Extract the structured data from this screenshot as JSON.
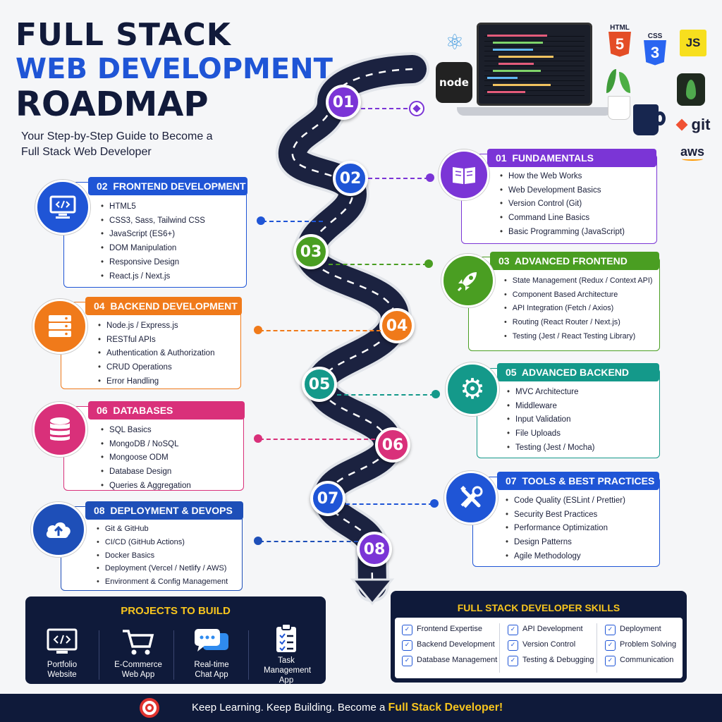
{
  "header": {
    "title_line1": "FULL STACK",
    "title_line2": "WEB DEVELOPMENT",
    "title_line3": "ROADMAP",
    "subtitle": "Your Step-by-Step Guide to Become a Full Stack Web Developer"
  },
  "logos": {
    "html": "HTML",
    "html_num": "5",
    "css": "CSS",
    "css_num": "3",
    "js": "JS",
    "node": "node",
    "git": "git",
    "aws": "aws"
  },
  "stages": [
    {
      "num": "01",
      "title": "FUNDAMENTALS",
      "color": "#7b35d6",
      "icon": "book-icon",
      "items": [
        "How the Web Works",
        "Web Development Basics",
        "Version Control (Git)",
        "Command Line Basics",
        "Basic Programming (JavaScript)"
      ]
    },
    {
      "num": "02",
      "title": "FRONTEND DEVELOPMENT",
      "color": "#1f55d6",
      "icon": "code-monitor-icon",
      "items": [
        "HTML5",
        "CSS3, Sass, Tailwind CSS",
        "JavaScript (ES6+)",
        "DOM Manipulation",
        "Responsive Design",
        "React.js / Next.js"
      ]
    },
    {
      "num": "03",
      "title": "ADVANCED FRONTEND",
      "color": "#4a9e22",
      "icon": "rocket-icon",
      "items": [
        "State Management (Redux / Context API)",
        "Component Based Architecture",
        "API Integration (Fetch / Axios)",
        "Routing (React Router / Next.js)",
        "Testing (Jest / React Testing Library)"
      ]
    },
    {
      "num": "04",
      "title": "BACKEND DEVELOPMENT",
      "color": "#f07a1a",
      "icon": "server-icon",
      "items": [
        "Node.js / Express.js",
        "RESTful APIs",
        "Authentication & Authorization",
        "CRUD Operations",
        "Error Handling"
      ]
    },
    {
      "num": "05",
      "title": "ADVANCED BACKEND",
      "color": "#14998a",
      "icon": "gear-icon",
      "items": [
        "MVC Architecture",
        "Middleware",
        "Input Validation",
        "File Uploads",
        "Testing (Jest / Mocha)"
      ]
    },
    {
      "num": "06",
      "title": "DATABASES",
      "color": "#d9307a",
      "icon": "database-icon",
      "items": [
        "SQL Basics",
        "MongoDB / NoSQL",
        "Mongoose ODM",
        "Database Design",
        "Queries & Aggregation"
      ]
    },
    {
      "num": "07",
      "title": "TOOLS & BEST PRACTICES",
      "color": "#1f55d6",
      "icon": "tools-icon",
      "items": [
        "Code Quality (ESLint / Prettier)",
        "Security Best Practices",
        "Performance Optimization",
        "Design Patterns",
        "Agile Methodology"
      ]
    },
    {
      "num": "08",
      "title": "DEPLOYMENT & DEVOPS",
      "color": "#1e4fb8",
      "icon": "cloud-upload-icon",
      "items": [
        "Git & GitHub",
        "CI/CD (GitHub Actions)",
        "Docker Basics",
        "Deployment (Vercel / Netlify / AWS)",
        "Environment & Config Management"
      ]
    }
  ],
  "road_nodes": [
    {
      "num": "01",
      "color": "#7b35d6"
    },
    {
      "num": "02",
      "color": "#1f55d6"
    },
    {
      "num": "03",
      "color": "#4a9e22"
    },
    {
      "num": "04",
      "color": "#f07a1a"
    },
    {
      "num": "05",
      "color": "#14998a"
    },
    {
      "num": "06",
      "color": "#d9307a"
    },
    {
      "num": "07",
      "color": "#1f55d6"
    },
    {
      "num": "08",
      "color": "#7b35d6"
    }
  ],
  "projects": {
    "title": "PROJECTS TO BUILD",
    "items": [
      {
        "label": "Portfolio Website",
        "icon": "monitor-code-icon"
      },
      {
        "label": "E-Commerce Web App",
        "icon": "shopping-cart-icon"
      },
      {
        "label": "Real-time Chat App",
        "icon": "chat-bubble-icon"
      },
      {
        "label": "Task Management App",
        "icon": "clipboard-icon"
      }
    ]
  },
  "skills": {
    "title": "FULL STACK DEVELOPER SKILLS",
    "items": [
      "Frontend Expertise",
      "Backend Development",
      "Database Management",
      "API Development",
      "Version Control",
      "Testing & Debugging",
      "Deployment",
      "Problem Solving",
      "Communication"
    ]
  },
  "footer": {
    "text": "Keep Learning. Keep Building. Become a ",
    "highlight": "Full Stack Developer!"
  }
}
